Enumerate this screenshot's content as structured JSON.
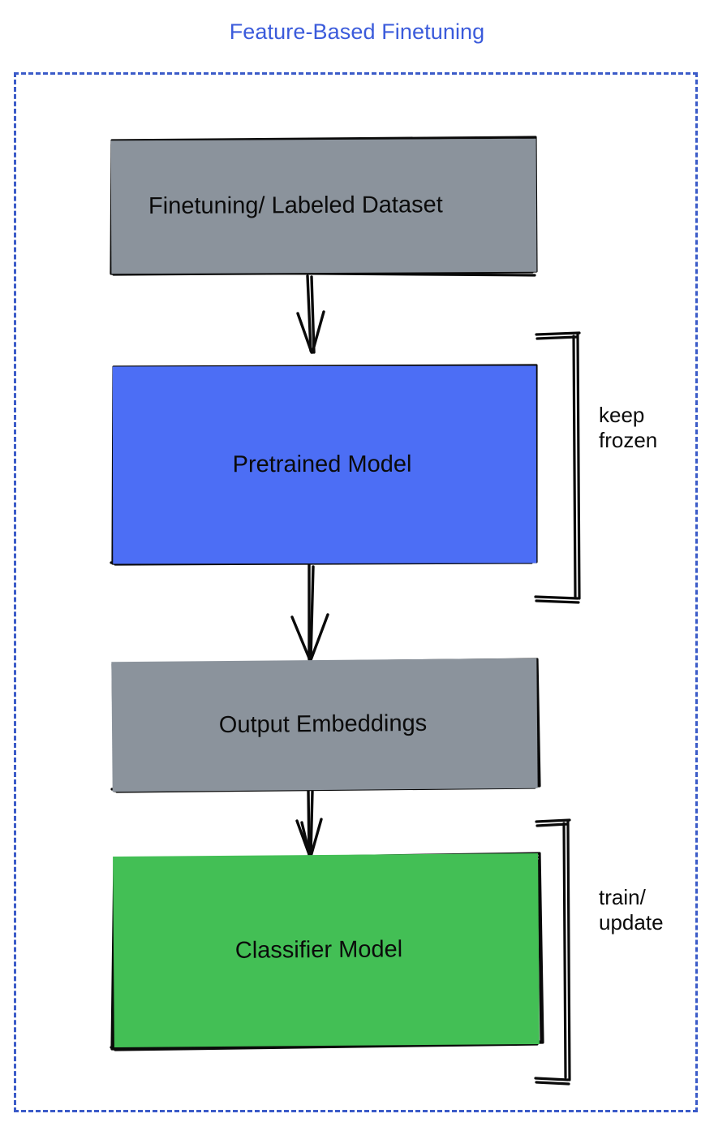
{
  "diagram": {
    "title": "Feature-Based Finetuning",
    "type": "flowchart",
    "title_color": "#3b5bdb",
    "frame": {
      "style": "dashed",
      "color": "#3b5bc8"
    },
    "nodes": [
      {
        "id": "dataset",
        "label": "Finetuning/ Labeled Dataset",
        "fill": "#8b939c",
        "shape": "rectangle",
        "stroke": "#000000"
      },
      {
        "id": "pretrained",
        "label": "Pretrained Model",
        "fill": "#4c6ef5",
        "shape": "rectangle",
        "stroke": "#000000"
      },
      {
        "id": "embeddings",
        "label": "Output Embeddings",
        "fill": "#8b939c",
        "shape": "rectangle",
        "stroke": "#000000"
      },
      {
        "id": "classifier",
        "label": "Classifier Model",
        "fill": "#43bf55",
        "shape": "rectangle",
        "stroke": "#000000"
      }
    ],
    "edges": [
      {
        "from": "dataset",
        "to": "pretrained",
        "style": "arrow-down"
      },
      {
        "from": "pretrained",
        "to": "embeddings",
        "style": "arrow-down"
      },
      {
        "from": "embeddings",
        "to": "classifier",
        "style": "arrow-down"
      }
    ],
    "annotations": [
      {
        "id": "keep-frozen",
        "text": "keep\nfrozen",
        "targets": [
          "pretrained"
        ],
        "bracket": "right"
      },
      {
        "id": "train-update",
        "text": "train/\nupdate",
        "targets": [
          "classifier"
        ],
        "bracket": "right"
      }
    ]
  }
}
